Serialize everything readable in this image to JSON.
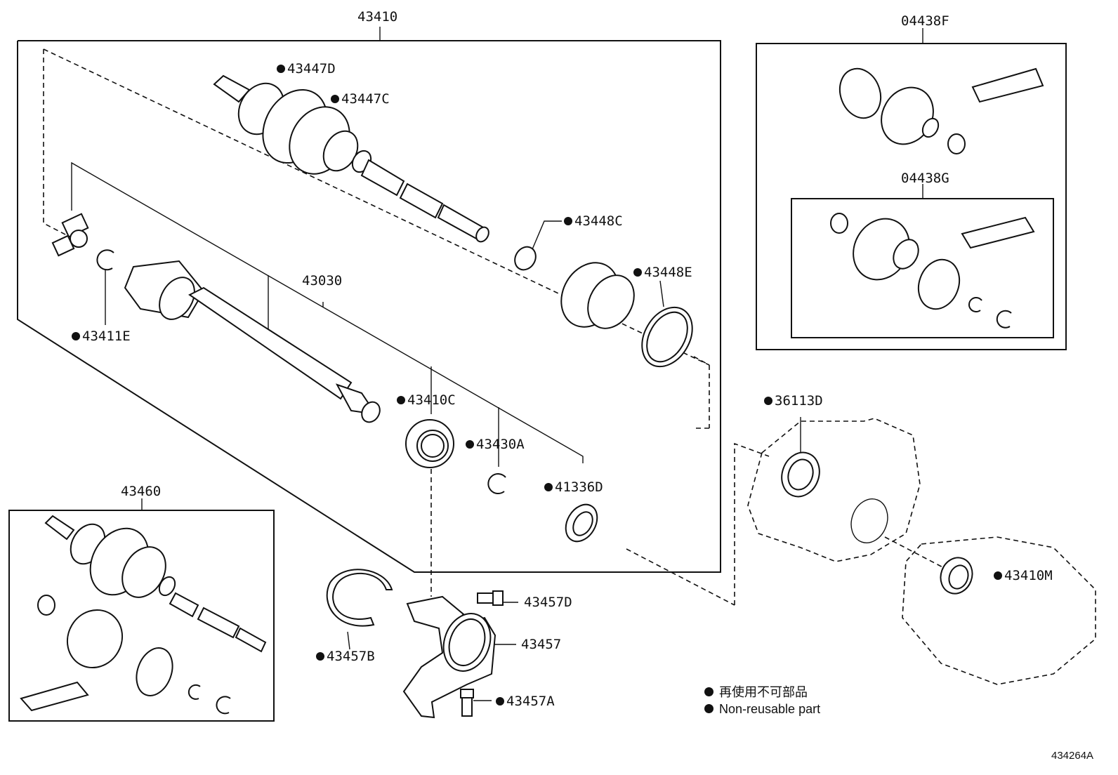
{
  "labels": {
    "p43410": "43410",
    "p04438F": "04438F",
    "p04438G": "04438G",
    "p43447D": "43447D",
    "p43447C": "43447C",
    "p43448C": "43448C",
    "p43448E": "43448E",
    "p43030": "43030",
    "p43411E": "43411E",
    "p43410C": "43410C",
    "p43430A": "43430A",
    "p41336D": "41336D",
    "p36113D": "36113D",
    "p43460": "43460",
    "p43457D": "43457D",
    "p43457": "43457",
    "p43457B": "43457B",
    "p43457A": "43457A",
    "p43410M": "43410M"
  },
  "legend": {
    "jp": "再使用不可部品",
    "en": "Non-reusable part"
  },
  "diagram_code": "434264A",
  "colors": {
    "line": "#111111",
    "background": "#ffffff"
  }
}
